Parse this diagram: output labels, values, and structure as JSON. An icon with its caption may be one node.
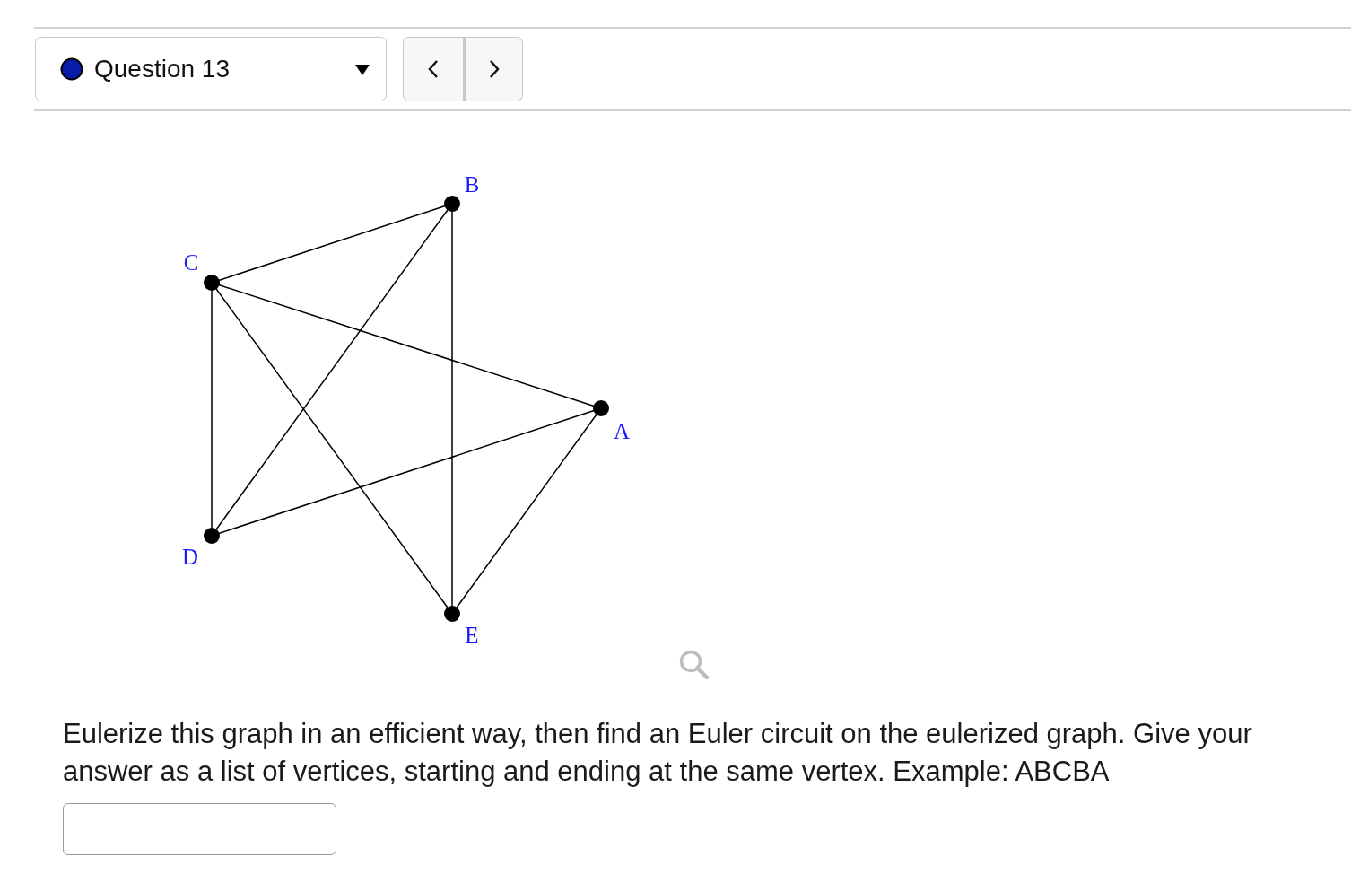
{
  "diagram": {
    "nodes": [
      {
        "text": [],
        "shape": "circle",
        "beside": [
          "B"
        ]
      },
      {
        "text": [],
        "shape": "circle",
        "beside": [
          "C"
        ]
      },
      {
        "text": [],
        "shape": "circle",
        "beside": [
          "A"
        ]
      },
      {
        "text": [],
        "shape": "circle",
        "beside": [
          "D"
        ]
      },
      {
        "text": [],
        "shape": "circle",
        "beside": [
          "E"
        ]
      }
    ],
    "edges": [
      {
        "from": 1,
        "to": 0,
        "arrow": "none"
      },
      {
        "from": 0,
        "to": 3,
        "arrow": "none"
      },
      {
        "from": 0,
        "to": 4,
        "arrow": "none"
      },
      {
        "from": 1,
        "to": 2,
        "arrow": "none"
      },
      {
        "from": 1,
        "to": 3,
        "arrow": "none"
      },
      {
        "from": 1,
        "to": 4,
        "arrow": "none"
      },
      {
        "from": 2,
        "to": 3,
        "arrow": "none"
      },
      {
        "from": 2,
        "to": 4,
        "arrow": "none"
      }
    ],
    "labels": [
      "Question 13",
      "Eulerize this graph in an efficient way, then find an Euler circuit on the eulerized graph. Give your answer as a list of vertices, starting and ending at the same vertex. Example: ABCBA"
    ]
  }
}
